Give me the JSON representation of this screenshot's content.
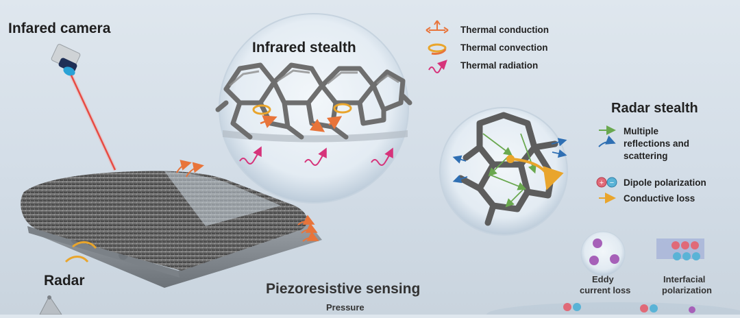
{
  "colors": {
    "background": "#d6dfe8",
    "material": "#6b6b6b",
    "laser": "#e0362f",
    "conduction": "#e8743a",
    "convection": "#e9a52c",
    "radiation": "#d6337a",
    "radar_green": "#6aa84f",
    "radar_blue": "#2f6fb3"
  },
  "labels": {
    "infrared_camera": "Infared camera",
    "radar": "Radar",
    "infrared_stealth": "Infrared stealth",
    "radar_stealth": "Radar stealth",
    "piezo": "Piezoresistive sensing",
    "pressure": "Pressure",
    "eddy": "Eddy",
    "current_loss": "current loss",
    "interfacial": "Interfacial",
    "polarization": "polarization"
  },
  "thermal_legend": [
    {
      "icon": "conduction-arrows-icon",
      "label": "Thermal conduction"
    },
    {
      "icon": "convection-swirl-icon",
      "label": "Thermal convection"
    },
    {
      "icon": "radiation-wave-icon",
      "label": "Thermal radiation"
    }
  ],
  "radar_legend": [
    {
      "icon": "green-arrow-icon",
      "label": "Multiple"
    },
    {
      "icon": "blue-arrow-icon",
      "label": "reflections and"
    },
    {
      "icon": "",
      "label": "scattering"
    },
    {
      "icon": "dipole-icon",
      "label": "Dipole polarization"
    },
    {
      "icon": "conductive-loss-arrow-icon",
      "label": "Conductive loss"
    }
  ]
}
